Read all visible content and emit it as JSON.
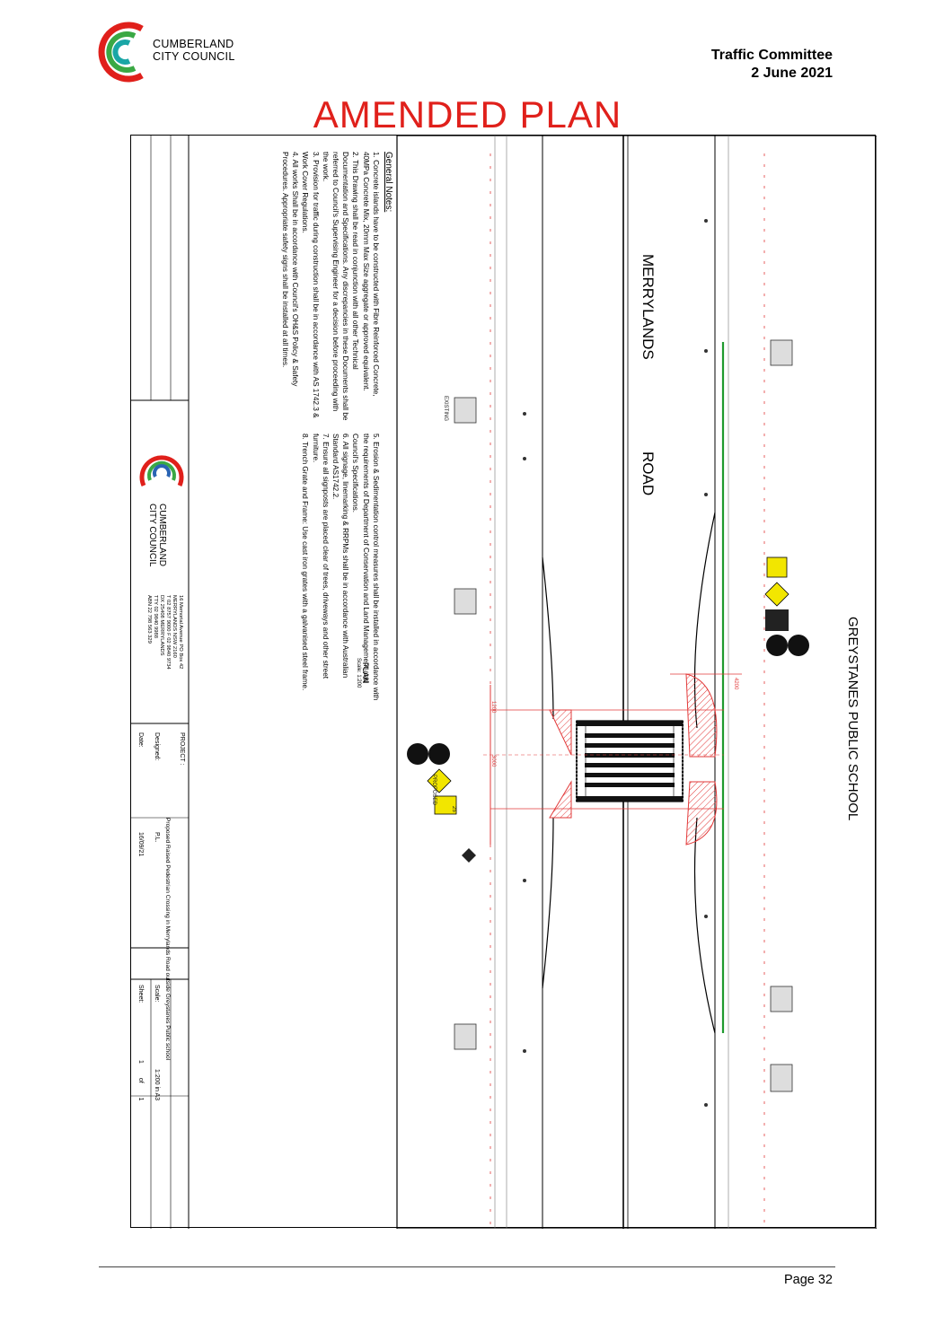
{
  "header": {
    "org_line1": "CUMBERLAND",
    "org_line2": "CITY COUNCIL",
    "committee": "Traffic Committee",
    "date": "2 June 2021"
  },
  "stamp": "AMENDED PLAN",
  "plan": {
    "road_name_1": "MERRYLANDS",
    "road_name_2": "ROAD",
    "school": "GREYSTANES PUBLIC SCHOOL",
    "plan_title": "PLAN",
    "scale_text": "Scale: 1:200",
    "existing": "EXISTING",
    "proposed": "PROPOSED",
    "speed_value": "25",
    "dimension_a": "1200",
    "dimension_b": "3000",
    "dimension_c": "4200",
    "general_notes_title": "General Notes:",
    "notes": [
      "1.  Concrete islands have to be constructed with Fibre Reinforced Concrete, 40MPa Concrete Mix, 20mm Max Size aggregate or approved equivalent.",
      "2.  This Drawing shall be read in conjunction with all other Technical Documentation and Specifications. Any discrepancies in these Documents shall be referred to Council's Supervising Engineer for a decision before proceeding with the work.",
      "3.  Provision for traffic during construction shall be in accordance with AS 1742.3 & Work Cover Regulations.",
      "4.  All works Shall be in accordance with Council's OH&S Policy & Safety Procedures. Appropriate safety signs shall be installed at all times.",
      "5.  Erosion & Sedimentation control measures shall be installed in accordance with the requirements of Department of Conservation and Land Management and Council's Specifications.",
      "6.  All signage, linemarking & RRPMs shall be in accordance with Australian Standard AS1742.2.",
      "7.  Ensure all signposts are placed clear of trees, driveways and other street furniture.",
      "8.  Trench Grate and Frame: Use cast iron grates with a galvanised steel frame."
    ],
    "title_block": {
      "council_line1": "CUMBERLAND",
      "council_line2": "CITY COUNCIL",
      "address_1": "16 Memorial Avenue PO Box 42",
      "address_2": "MERRYLANDS NSW 2160",
      "address_3": "T 02 8757 9000  F 02 9840 9734",
      "address_4": "DX 25408 MERRYLANDS",
      "address_5": "TTY 02 9840 9988",
      "address_6": "ABN 22 798 563 329",
      "project_label": "PROJECT :",
      "project": "Proposed Raised Pedestrian Crossing in Merrylands Road outside Greystanes Public school",
      "designed_label": "Designed:",
      "designed": "P.L.",
      "date_label": "Date:",
      "date": "16/09/21",
      "scale_label": "Scale:",
      "scale": "1:200 in A3",
      "sheet_label": "Sheet:",
      "sheet_no": "1",
      "sheet_of": "of",
      "sheet_total": "1"
    }
  },
  "footer": {
    "page": "Page 32"
  },
  "colors": {
    "brand_red": "#e0201b",
    "logo_teal": "#1aa6a6",
    "logo_green": "#3aa844",
    "logo_blue": "#2a64b4",
    "line_green": "#1f9a2e",
    "hatch_red": "#e23a3a"
  }
}
